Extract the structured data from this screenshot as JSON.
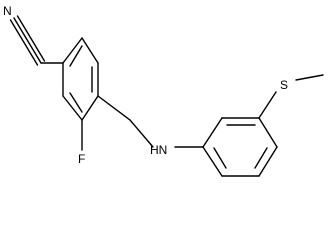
{
  "molecule": {
    "labels": {
      "nitrogen_nitrile": "N",
      "fluorine": "F",
      "amine": "HN",
      "sulfur": "S"
    },
    "line_color": "#000000",
    "background_color": "#ffffff"
  }
}
